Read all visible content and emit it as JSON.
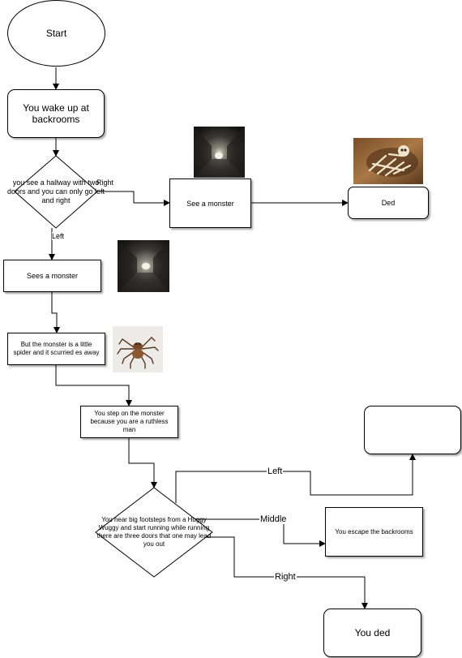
{
  "nodes": {
    "start": "Start",
    "wake": "You wake up at backrooms",
    "hallway": "you see a hallway with two doors and you can only go left and right",
    "see_monster_right": "See a monster",
    "ded_top": "Ded",
    "sees_monster_left": "Sees a monster",
    "spider": "But the monster is a little spider and it scurried es away",
    "step": "You step on the monster because you are a ruthless man",
    "footsteps": "You hear big footsteps from a Huggy Wuggy and start running while running there are three doors that one may lead you out",
    "empty_box": "",
    "escape": "You escape the backrooms",
    "you_ded": "You ded"
  },
  "edge_labels": {
    "right_top": "Right",
    "left_top": "Left",
    "left_bottom": "Left",
    "middle": "Middle",
    "right_bottom": "Right"
  },
  "images": {
    "hallway_photo_1": "dark-hallway-photo",
    "hallway_photo_2": "dark-hallway-photo",
    "skeleton_photo": "skeleton-photo",
    "spider_photo": "spider-photo"
  }
}
